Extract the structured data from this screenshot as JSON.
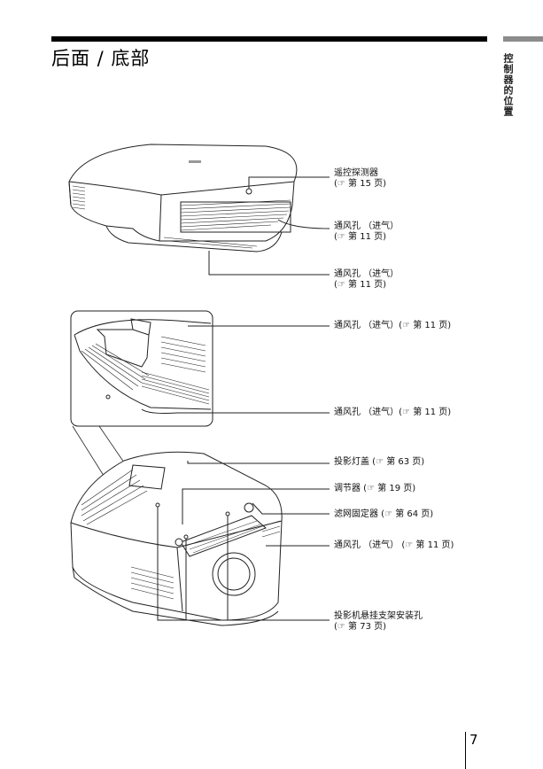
{
  "header": {
    "page_title": "后面 / 底部",
    "side_tab_label": "控制器的位置"
  },
  "callouts": [
    {
      "label": "遥控探测器",
      "ref": "(☞ 第 15 页)"
    },
    {
      "label": "通风孔 （进气）",
      "ref": "(☞ 第 11 页)"
    },
    {
      "label": "通风孔 （进气）",
      "ref": "(☞ 第 11 页)"
    },
    {
      "label": "通风孔 （进气）(☞ 第 11 页)"
    },
    {
      "label": "通风孔 （进气）(☞ 第 11 页)"
    },
    {
      "label": "投影灯盖 (☞ 第 63 页)"
    },
    {
      "label": "调节器 (☞ 第 19 页)"
    },
    {
      "label": "滤网固定器 (☞ 第 64 页)"
    },
    {
      "label": "通风孔 （进气） (☞ 第 11 页)"
    },
    {
      "label": "投影机悬挂支架安装孔",
      "ref": "(☞ 第 73 页)"
    }
  ],
  "footer": {
    "page_number": "7"
  }
}
